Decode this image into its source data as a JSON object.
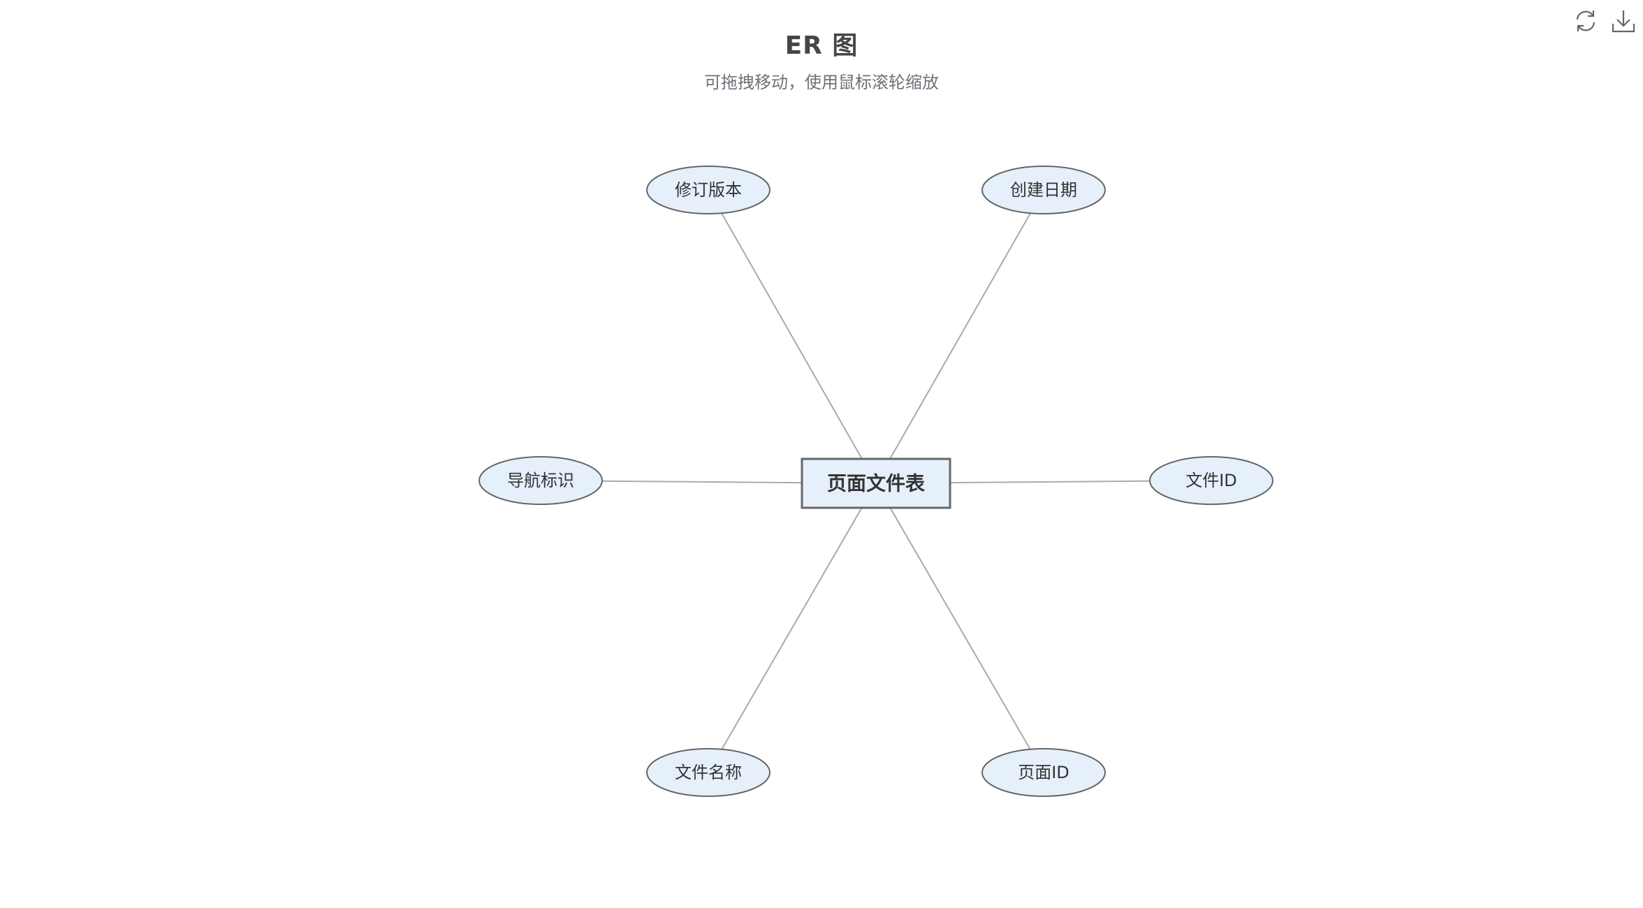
{
  "title": "ER 图",
  "subtitle": "可拖拽移动，使用鼠标滚轮缩放",
  "toolbox": {
    "restore_icon": "refresh-icon",
    "save_icon": "download-icon"
  },
  "colors": {
    "entity_fill": "#e6f0fb",
    "entity_stroke": "#666666",
    "attribute_fill": "#e6f0fb",
    "attribute_stroke": "#666666",
    "edge": "#aaaaaa",
    "toolbox_icon": "#666666"
  },
  "diagram": {
    "entity": {
      "label": "页面文件表"
    },
    "attributes": [
      {
        "label": "修订版本"
      },
      {
        "label": "创建日期"
      },
      {
        "label": "导航标识"
      },
      {
        "label": "文件ID"
      },
      {
        "label": "文件名称"
      },
      {
        "label": "页面ID"
      }
    ]
  }
}
